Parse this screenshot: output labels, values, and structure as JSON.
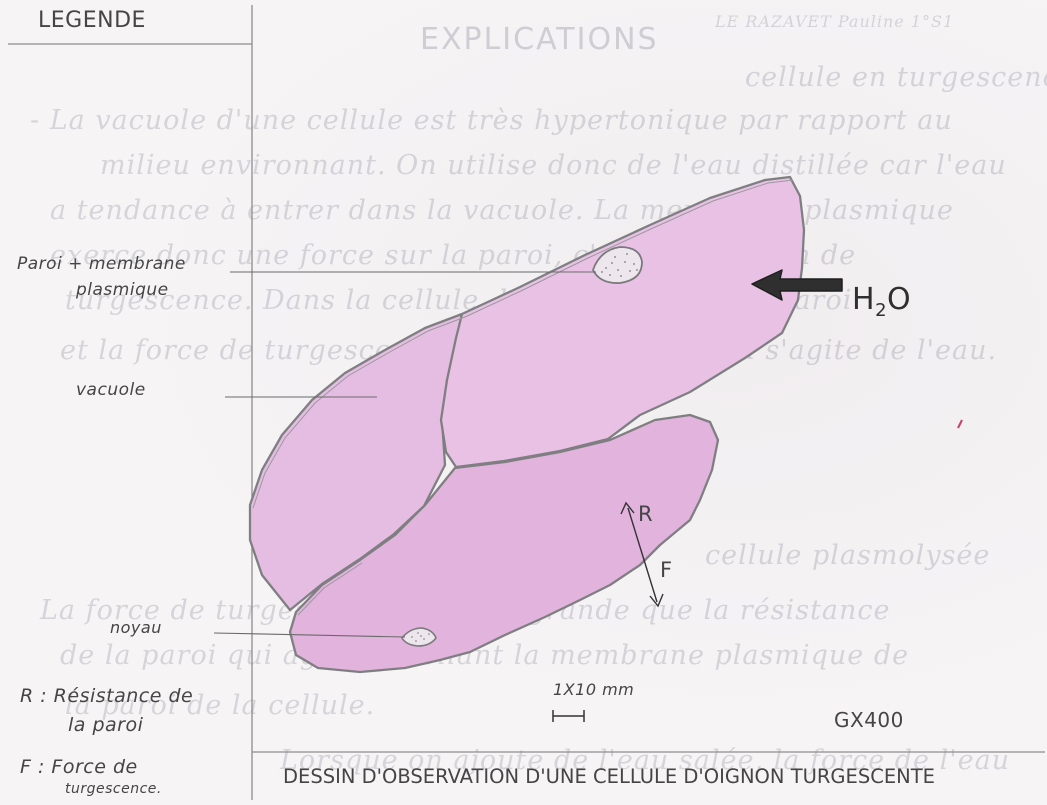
{
  "legend": {
    "header": "LEGENDE",
    "labels": {
      "paroi_line1": "Paroi + membrane",
      "paroi_line2": "plasmique",
      "vacuole": "vacuole",
      "noyau": "noyau"
    },
    "key_r_line1": "R : Résistance de",
    "key_r_line2": "la paroi",
    "key_f_line1": "F : Force de",
    "key_f_line2": "turgescence."
  },
  "drawing": {
    "water_label_main": "H",
    "water_label_sub": "2",
    "water_label_end": "O",
    "arrow_r": "R",
    "arrow_f": "F",
    "scale_label": "1X10 mm",
    "magnification": "GX400"
  },
  "caption": "DESSIN D'OBSERVATION D'UNE CELLULE D'OIGNON TURGESCENTE",
  "colors": {
    "cell_fill": "#e7bfe3",
    "cell_fill_dark": "#dba9d6",
    "outline": "#7d7d80",
    "pencil": "#3f3f3f"
  }
}
